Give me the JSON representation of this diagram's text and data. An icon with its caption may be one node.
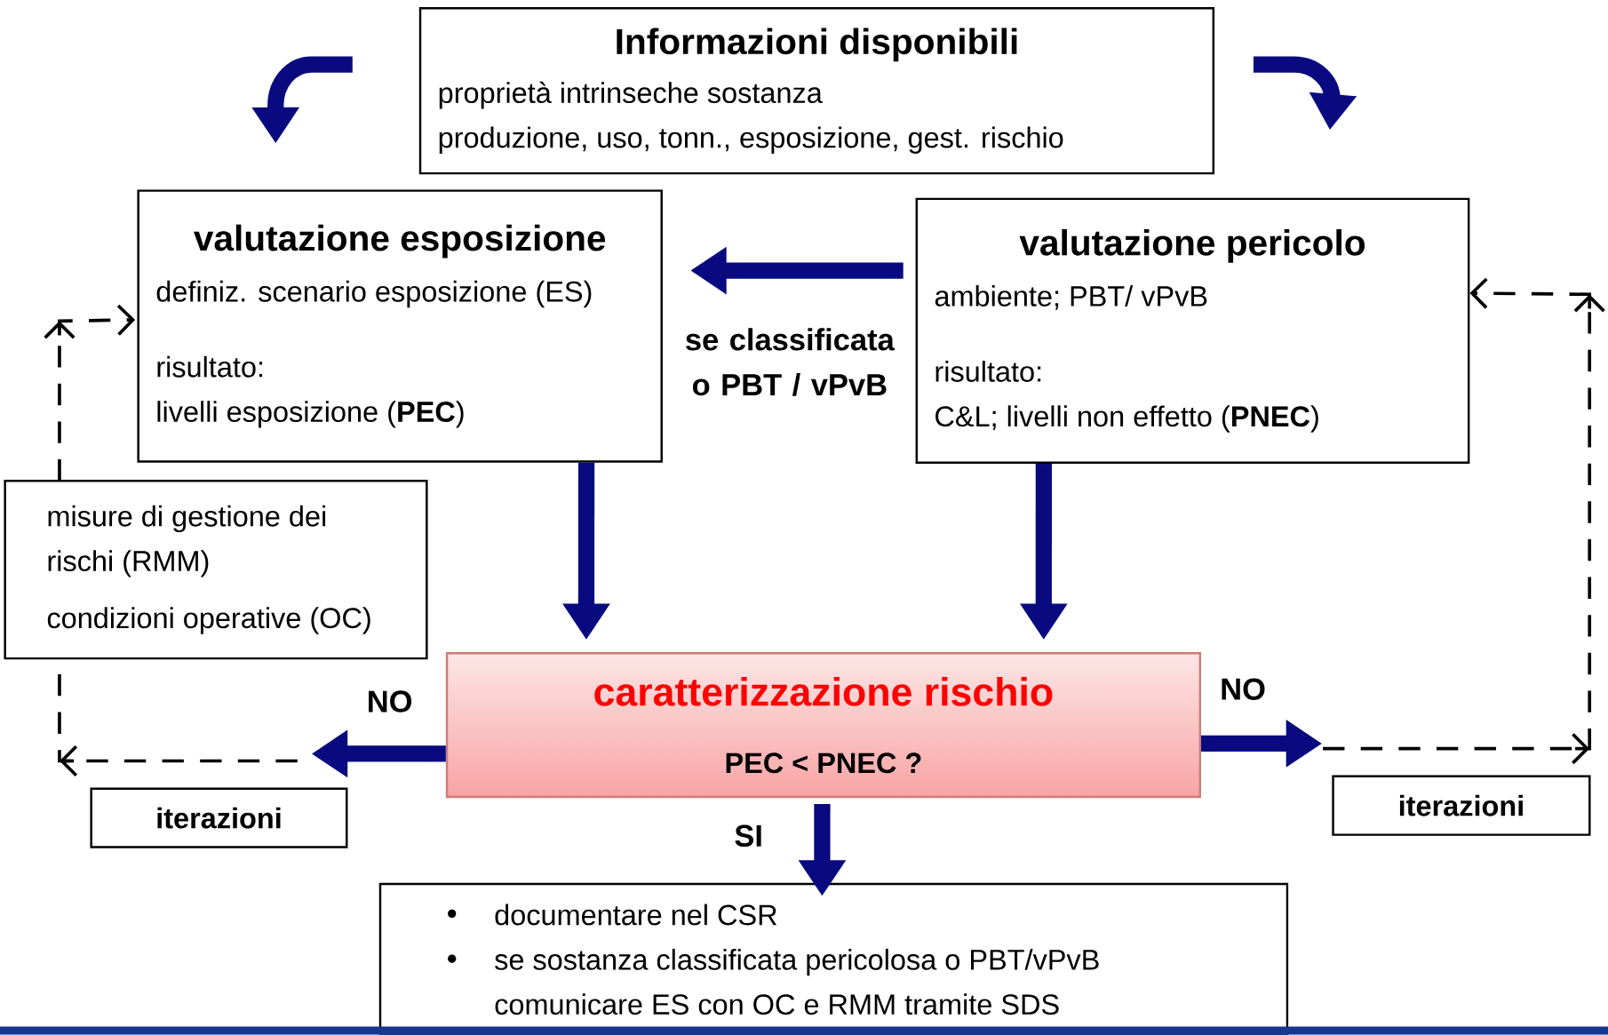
{
  "diagram": {
    "nodes": [
      {
        "text": [
          "Informazioni disponibili",
          "proprietà intrinseche sostanza",
          "produzione, uso, tonn., esposizione, gest. rischio"
        ]
      },
      {
        "text": [
          "valutazione esposizione",
          "definiz. scenario esposizione (ES)",
          "risultato:",
          "livelli esposizione (**PEC**)"
        ]
      },
      {
        "text": [
          "valutazione pericolo",
          "ambiente; PBT/ vPvB",
          "risultato:",
          "C&L; livelli non effetto (**PNEC**)"
        ]
      },
      {
        "text": [
          "misure di gestione dei rischi (RMM)",
          "condizioni operative (OC)"
        ]
      },
      {
        "text": [
          "caratterizzazione rischio",
          "**PEC < PNEC** ?"
        ]
      },
      {
        "text": [
          "iterazioni"
        ]
      },
      {
        "text": [
          "iterazioni"
        ]
      },
      {
        "text": [
          "documentare nel CSR",
          "se sostanza classificata pericolosa o PBT/vPvB comunicare ES con OC e RMM tramite SDS"
        ]
      }
    ],
    "edges": [
      {
        "from": 0,
        "to": 1,
        "arrow": "to"
      },
      {
        "from": 0,
        "to": 2,
        "arrow": "to"
      },
      {
        "from": 2,
        "to": 1,
        "arrow": "to",
        "label": "se classificata o PBT / vPvB"
      },
      {
        "from": 1,
        "to": 4,
        "arrow": "to"
      },
      {
        "from": 2,
        "to": 4,
        "arrow": "to"
      },
      {
        "from": 4,
        "to": null,
        "arrow": "to",
        "label": "NO"
      },
      {
        "from": null,
        "to": 1,
        "arrow": "to",
        "style": "dashed",
        "color": "#000000"
      },
      {
        "from": 4,
        "to": null,
        "arrow": "to",
        "label": "NO"
      },
      {
        "from": null,
        "to": 2,
        "arrow": "to",
        "style": "dashed",
        "color": "#000000"
      },
      {
        "from": 4,
        "to": 7,
        "arrow": "to",
        "label": "SI"
      }
    ]
  }
}
